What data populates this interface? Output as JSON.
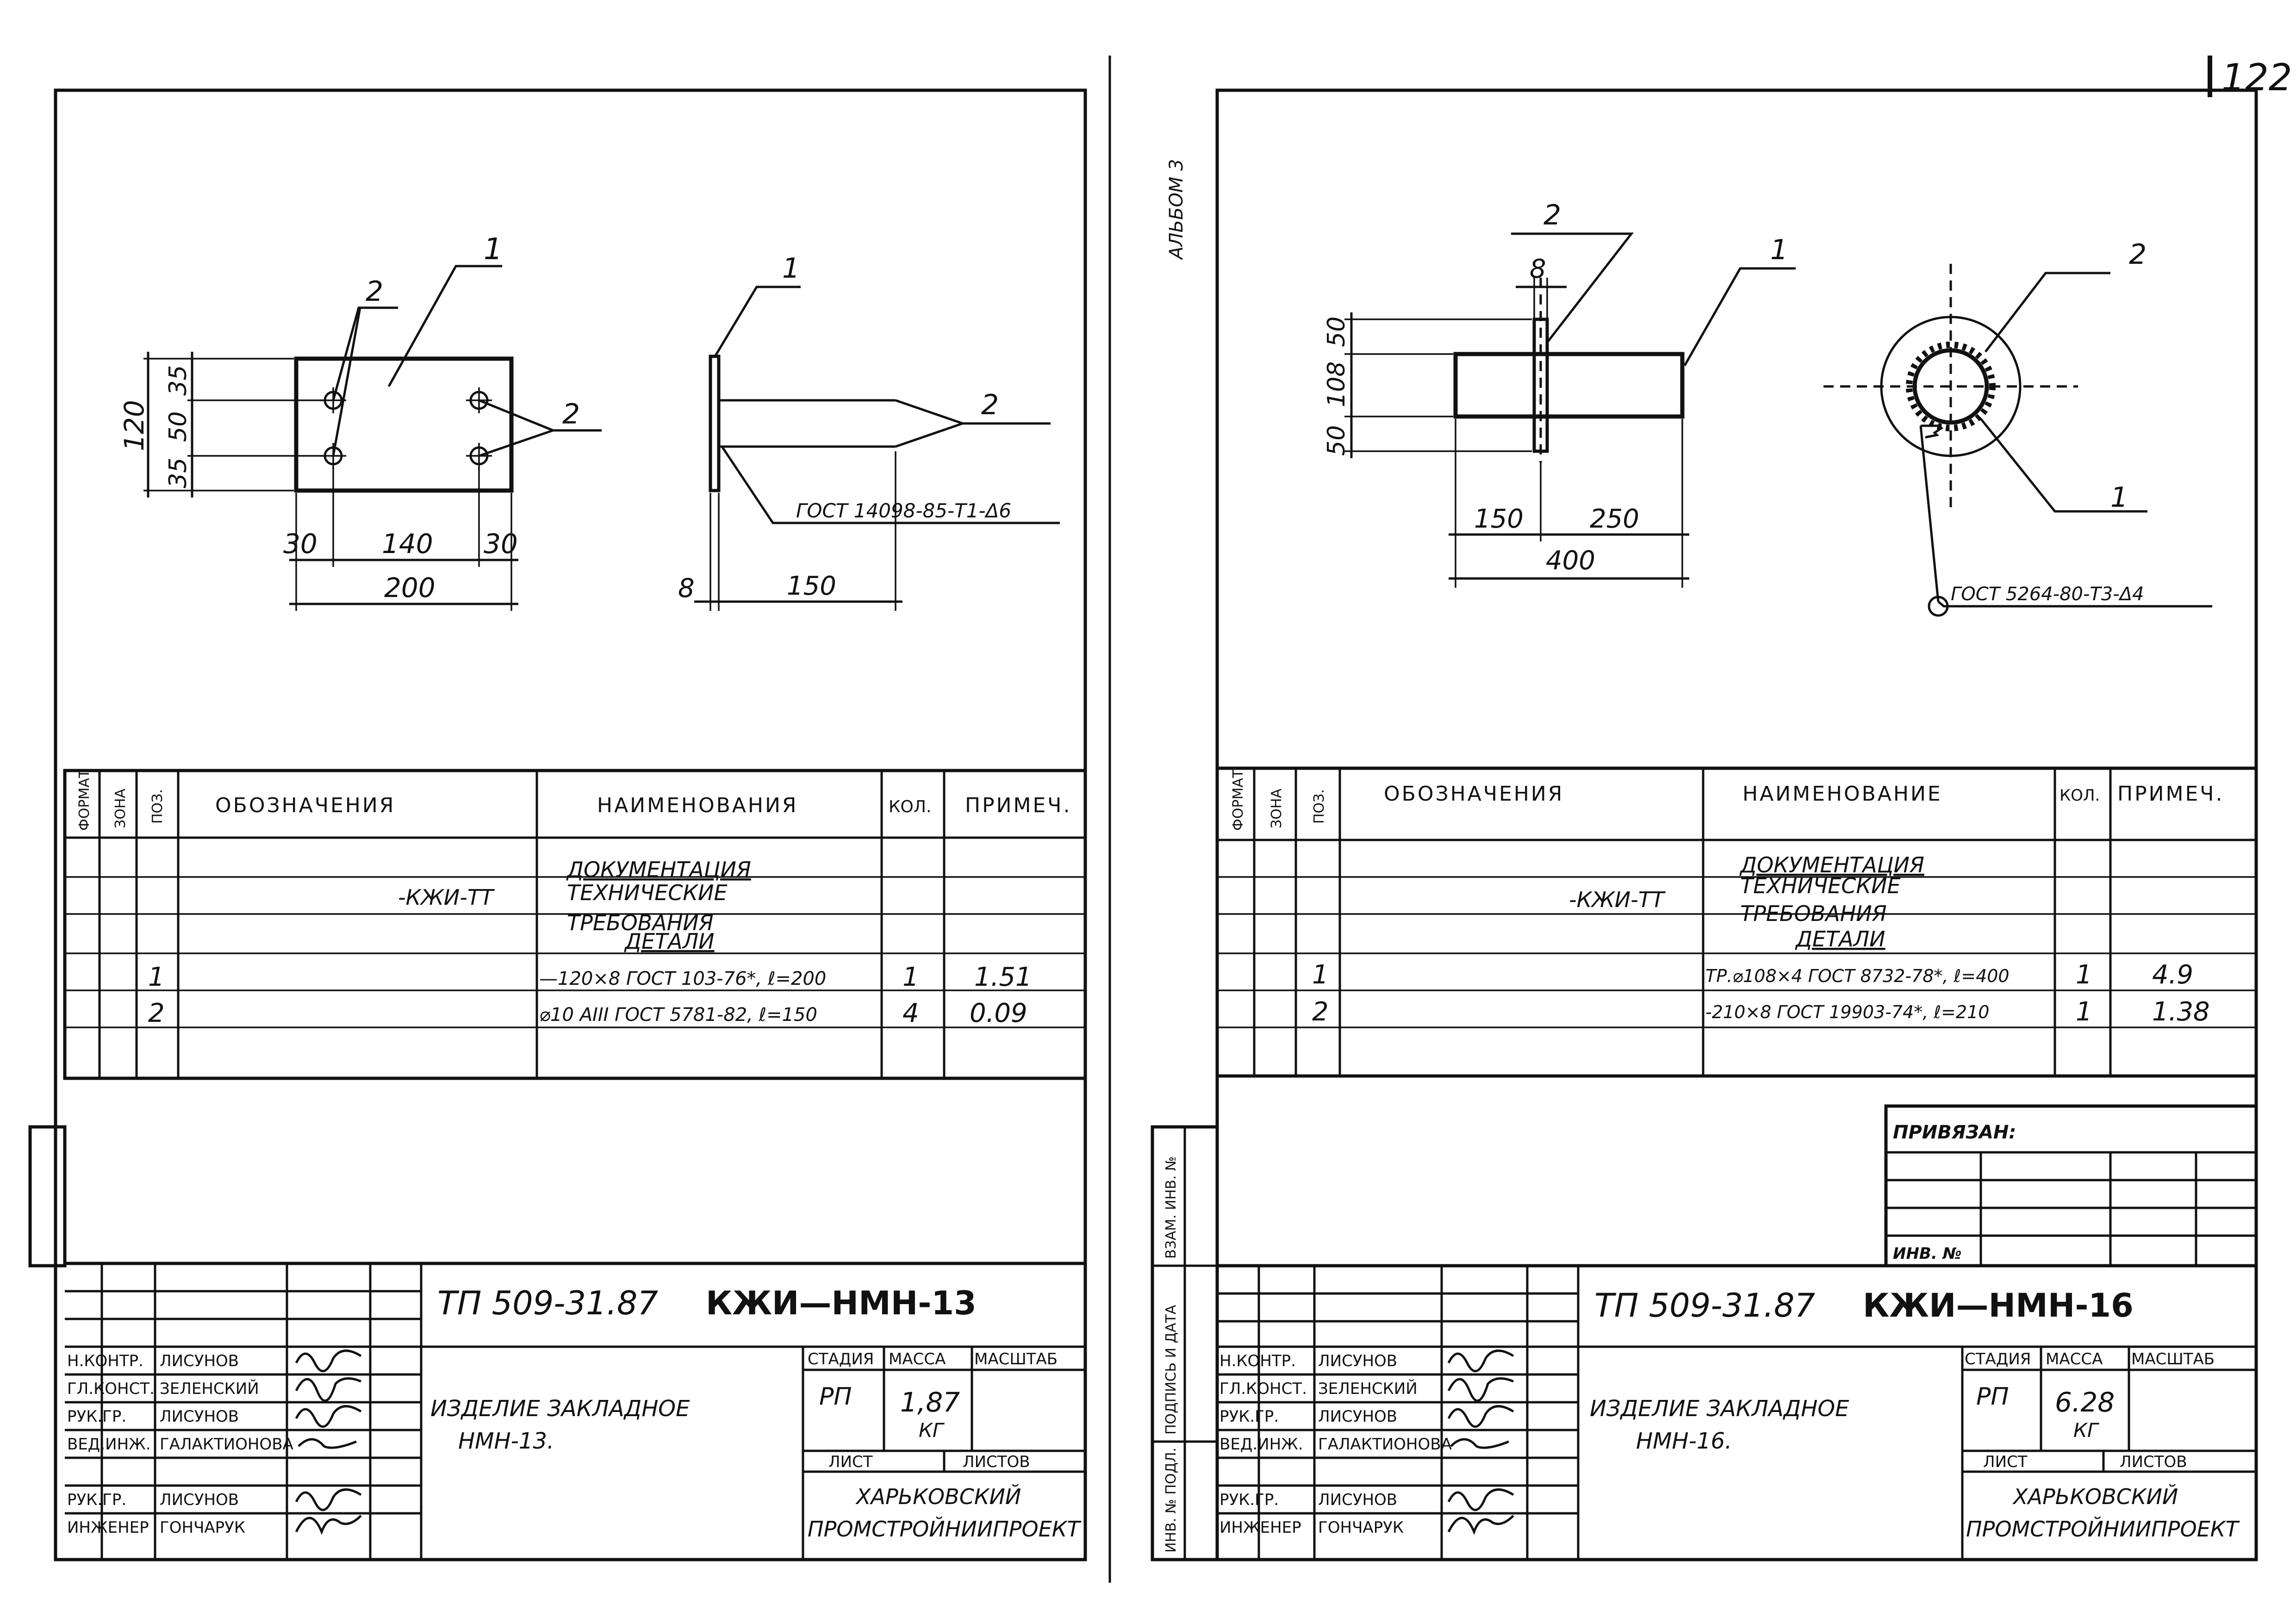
{
  "page_number": "122",
  "album_label": "АЛЬБОМ 3",
  "spec_headers": {
    "format": "ФОРМАТ",
    "zone": "ЗОНА",
    "pos": "ПОЗ.",
    "qty": "КОЛ.",
    "note": "ПРИМЕЧ."
  },
  "left": {
    "drawing": {
      "leader_1": "1",
      "leader_2a": "2",
      "leader_2b": "2",
      "leader_side_1": "1",
      "leader_side_2": "2",
      "dim_total_h": "120",
      "dim_35_top": "35",
      "dim_50": "50",
      "dim_35_bottom": "35",
      "dim_30_left": "30",
      "dim_140": "140",
      "dim_30_right": "30",
      "dim_200": "200",
      "dim_8": "8",
      "dim_150": "150",
      "weld_note": "ГОСТ 14098-85-Т1-Δ6"
    },
    "spec": {
      "col_designation": "ОБОЗНАЧЕНИЯ",
      "col_name": "НАИМЕНОВАНИЯ",
      "doc_section": "ДОКУМЕНТАЦИЯ",
      "doc_code": "-КЖИ-ТТ",
      "tech_line1": "ТЕХНИЧЕСКИЕ",
      "tech_line2": "ТРЕБОВАНИЯ",
      "details_section": "ДЕТАЛИ",
      "rows": [
        {
          "pos": "1",
          "name": "—120×8 ГОСТ 103-76*, ℓ=200",
          "qty": "1",
          "note": "1.51"
        },
        {
          "pos": "2",
          "name": "⌀10 AIII ГОСТ 5781-82, ℓ=150",
          "qty": "4",
          "note": "0.09"
        }
      ]
    },
    "title_block": {
      "doc_number": "ТП 509-31.87",
      "doc_mark": "КЖИ—НМН-13",
      "roles": [
        {
          "role": "Н.КОНТР.",
          "name": "ЛИСУНОВ"
        },
        {
          "role": "ГЛ.КОНСТ.",
          "name": "ЗЕЛЕНСКИЙ"
        },
        {
          "role": "РУК.ГР.",
          "name": "ЛИСУНОВ"
        },
        {
          "role": "ВЕД.ИНЖ.",
          "name": "ГАЛАКТИОНОВА"
        },
        {
          "role": "РУК.ГР.",
          "name": "ЛИСУНОВ"
        },
        {
          "role": "ИНЖЕНЕР",
          "name": "ГОНЧАРУК"
        }
      ],
      "product_name_1": "ИЗДЕЛИЕ ЗАКЛАДНОЕ",
      "product_name_2": "НМН-13.",
      "stage_label": "СТАДИЯ",
      "mass_label": "МАССА",
      "scale_label": "МАСШТАБ",
      "stage": "РП",
      "mass": "1,87",
      "mass_unit": "КГ",
      "sheet_label": "ЛИСТ",
      "sheets_label": "ЛИСТОВ",
      "org_1": "ХАРЬКОВСКИЙ",
      "org_2": "ПРОМСТРОЙНИИПРОЕКТ"
    }
  },
  "right": {
    "drawing": {
      "leader_2": "2",
      "leader_1": "1",
      "leader_end_2": "2",
      "leader_end_1": "1",
      "dim_8": "8",
      "dim_50_top": "50",
      "dim_108": "108",
      "dim_50_bottom": "50",
      "dim_150": "150",
      "dim_250": "250",
      "dim_400": "400",
      "weld_note": "ГОСТ 5264-80-Т3-Δ4"
    },
    "spec": {
      "col_designation": "ОБОЗНАЧЕНИЯ",
      "col_name": "НАИМЕНОВАНИЕ",
      "doc_section": "ДОКУМЕНТАЦИЯ",
      "doc_code": "-КЖИ-ТТ",
      "tech_line1": "ТЕХНИЧЕСКИЕ",
      "tech_line2": "ТРЕБОВАНИЯ",
      "details_section": "ДЕТАЛИ",
      "rows": [
        {
          "pos": "1",
          "name": "ТР.⌀108×4 ГОСТ 8732-78*, ℓ=400",
          "qty": "1",
          "note": "4.9"
        },
        {
          "pos": "2",
          "name": "-210×8 ГОСТ 19903-74*, ℓ=210",
          "qty": "1",
          "note": "1.38"
        }
      ]
    },
    "binding": {
      "label": "ПРИВЯЗАН:",
      "inv_label": "ИНВ. №"
    },
    "side_stamp": {
      "swap_inv": "ВЗАМ. ИНВ. №",
      "sign_date": "ПОДПИСЬ И ДАТА",
      "inv_orig": "ИНВ. № ПОДЛ."
    },
    "title_block": {
      "doc_number": "ТП 509-31.87",
      "doc_mark": "КЖИ—НМН-16",
      "roles": [
        {
          "role": "Н.КОНТР.",
          "name": "ЛИСУНОВ"
        },
        {
          "role": "ГЛ.КОНСТ.",
          "name": "ЗЕЛЕНСКИЙ"
        },
        {
          "role": "РУК.ГР.",
          "name": "ЛИСУНОВ"
        },
        {
          "role": "ВЕД.ИНЖ.",
          "name": "ГАЛАКТИОНОВА"
        },
        {
          "role": "РУК.ГР.",
          "name": "ЛИСУНОВ"
        },
        {
          "role": "ИНЖЕНЕР",
          "name": "ГОНЧАРУК"
        }
      ],
      "product_name_1": "ИЗДЕЛИЕ ЗАКЛАДНОЕ",
      "product_name_2": "НМН-16.",
      "stage_label": "СТАДИЯ",
      "mass_label": "МАССА",
      "scale_label": "МАСШТАБ",
      "stage": "РП",
      "mass": "6.28",
      "mass_unit": "КГ",
      "sheet_label": "ЛИСТ",
      "sheets_label": "ЛИСТОВ",
      "org_1": "ХАРЬКОВСКИЙ",
      "org_2": "ПРОМСТРОЙНИИПРОЕКТ"
    }
  }
}
